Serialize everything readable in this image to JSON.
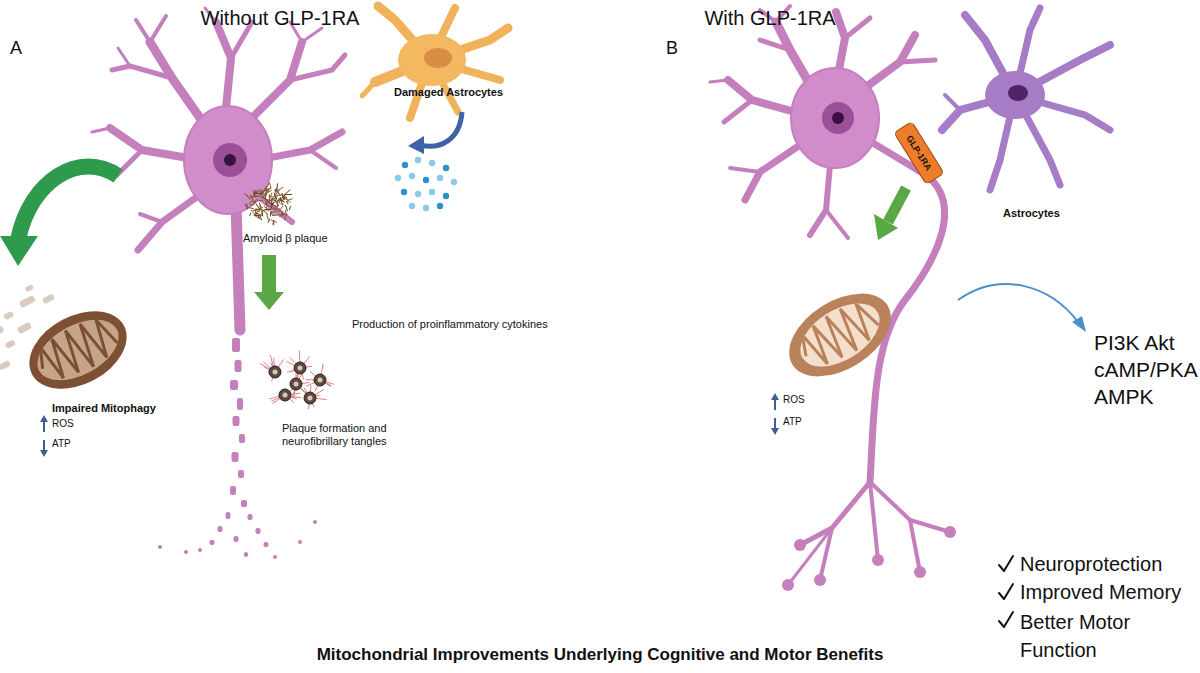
{
  "diagram": {
    "caption": "Mitochondrial Improvements Underlying Cognitive and Motor Benefits",
    "nodes": [
      {
        "text": [
          "GLP-1RA"
        ]
      }
    ],
    "labels": [
      "Without GLP-1RA",
      "With GLP-1RA",
      "A",
      "B",
      "Damaged Astrocytes",
      "Amyloid β plaque",
      "Production of proinflammatory cytokines",
      "Impaired Mitophagy",
      "ROS",
      "ATP",
      "Plaque formation and neurofibrillary tangles",
      "Astrocytes",
      "ROS",
      "ATP",
      "PI3K Akt",
      "cAMP/PKA",
      "AMPK",
      "Neuroprotection",
      "Improved Memory",
      "Better Motor Function"
    ]
  }
}
